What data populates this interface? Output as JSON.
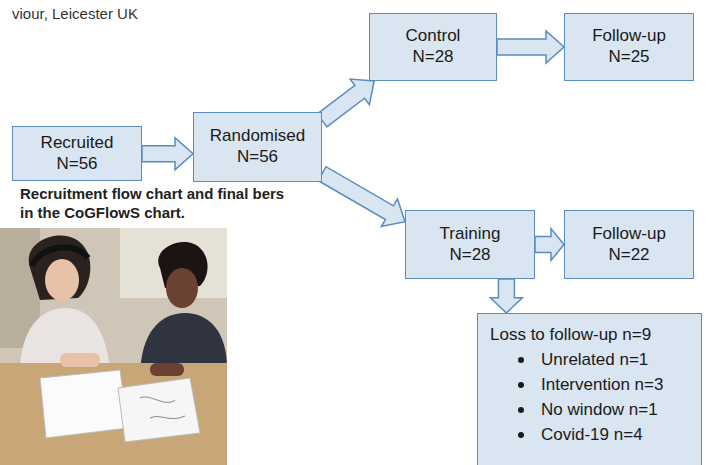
{
  "diagram": {
    "caption": "Recruitment flow chart and final bers in the CoGFlowS chart.",
    "nodes": [
      {
        "text": [
          "Recruited N=56"
        ]
      },
      {
        "text": [
          "Randomised N=56"
        ]
      },
      {
        "text": [
          "Control N=28"
        ]
      },
      {
        "text": [
          "Follow-up N=25"
        ]
      },
      {
        "text": [
          "Training N=28"
        ]
      },
      {
        "text": [
          "Follow-up N=22"
        ]
      },
      {
        "text": [
          "Loss to follow-up n=9",
          "Unrelated n=1",
          "Intervention n=3",
          "No window n=1",
          "Covid-19 n=4"
        ]
      }
    ],
    "edges": [
      {
        "from": 0,
        "to": 1,
        "arrow": "to"
      },
      {
        "from": 1,
        "to": 2,
        "arrow": "to"
      },
      {
        "from": 1,
        "to": 4,
        "arrow": "to"
      },
      {
        "from": 2,
        "to": 3,
        "arrow": "to"
      },
      {
        "from": 4,
        "to": 5,
        "arrow": "to"
      },
      {
        "from": 4,
        "to": 6,
        "arrow": "to"
      }
    ],
    "labels": [
      "viour, Leicester UK"
    ]
  }
}
